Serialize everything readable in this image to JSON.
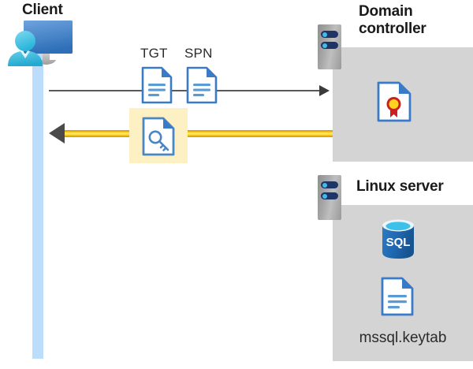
{
  "diagram": {
    "title_client": "Client",
    "title_domain_controller": "Domain controller",
    "title_linux_server": "Linux server",
    "labels": {
      "tgt": "TGT",
      "spn": "SPN",
      "keytab_file": "mssql.keytab"
    },
    "icons": {
      "client": "client-user-monitor-icon",
      "lifeline": "client-lifeline",
      "dc_rack": "server-rack-icon",
      "linux_rack": "server-rack-icon",
      "tgt_doc": "document-icon",
      "spn_doc": "document-icon",
      "key_doc": "key-document-icon",
      "certificate": "certificate-document-icon",
      "sql_database": "sql-database-icon",
      "keytab_doc": "document-icon"
    },
    "flows": [
      {
        "id": "request",
        "direction": "client-to-domain-controller",
        "style": "thin-gray-arrow",
        "carries": [
          "TGT",
          "SPN"
        ],
        "color": "#5a5a5a"
      },
      {
        "id": "response",
        "direction": "domain-controller-to-client",
        "style": "thick-gold-arrow",
        "carries": [
          "key-document"
        ],
        "highlighted": true,
        "color": "#ffd21e"
      }
    ],
    "colors": {
      "panel_gray": "#d4d4d4",
      "lifeline_blue": "#bcdcfb",
      "highlight_yellow": "#fdf1c3",
      "gold_arrow": "#ffd21e",
      "doc_blue": "#3a7bc8",
      "sql_blue": "#1f66b0",
      "cert_red": "#cc1f1f",
      "cert_gold": "#ffd21e",
      "rack_navy": "#1f3566",
      "rack_led_cyan": "#41bde8",
      "text_dark": "#1a1a1a"
    }
  }
}
